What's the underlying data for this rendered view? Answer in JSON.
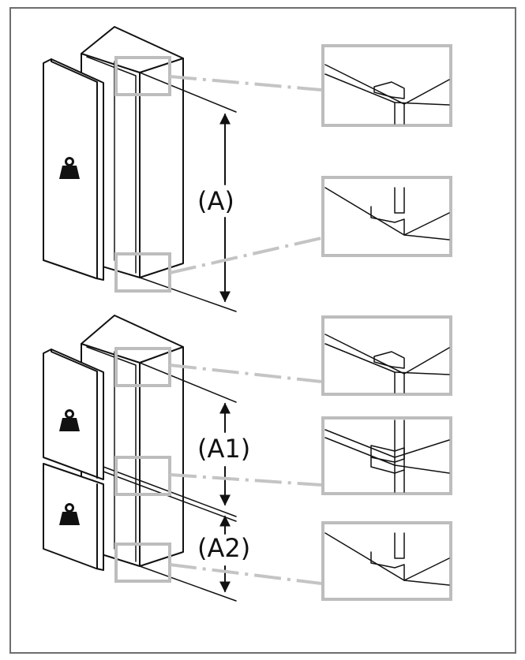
{
  "labels": {
    "dim_a": "(A)",
    "dim_a1": "(A1)",
    "dim_a2": "(A2)"
  },
  "icons": {
    "weight": "weight-icon"
  },
  "colors": {
    "line": "#111111",
    "callout_border": "#bdbdbd",
    "frame_border": "#6e6e6e",
    "background": "#ffffff"
  }
}
